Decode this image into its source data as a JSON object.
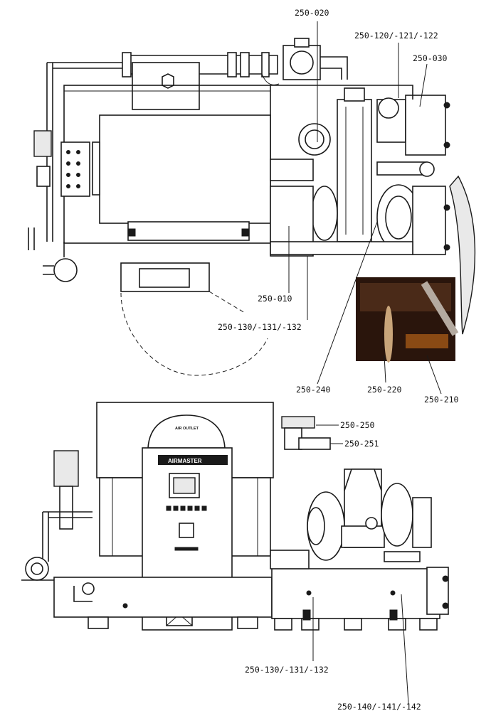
{
  "diagram": {
    "callouts": [
      {
        "id": "c-020",
        "text": "250-020"
      },
      {
        "id": "c-120",
        "text": "250-120/-121/-122"
      },
      {
        "id": "c-030",
        "text": "250-030"
      },
      {
        "id": "c-010",
        "text": "250-010"
      },
      {
        "id": "c-130-top",
        "text": "250-130/-131/-132"
      },
      {
        "id": "c-240",
        "text": "250-240"
      },
      {
        "id": "c-220",
        "text": "250-220"
      },
      {
        "id": "c-210",
        "text": "250-210"
      },
      {
        "id": "c-250",
        "text": "250-250"
      },
      {
        "id": "c-251",
        "text": "250-251"
      },
      {
        "id": "c-130-bottom",
        "text": "250-130/-131/-132"
      },
      {
        "id": "c-140",
        "text": "250-140/-141/-142"
      }
    ],
    "panel": {
      "hatch_label": "AIR OUTLET",
      "brand": "AIRMASTER"
    }
  }
}
